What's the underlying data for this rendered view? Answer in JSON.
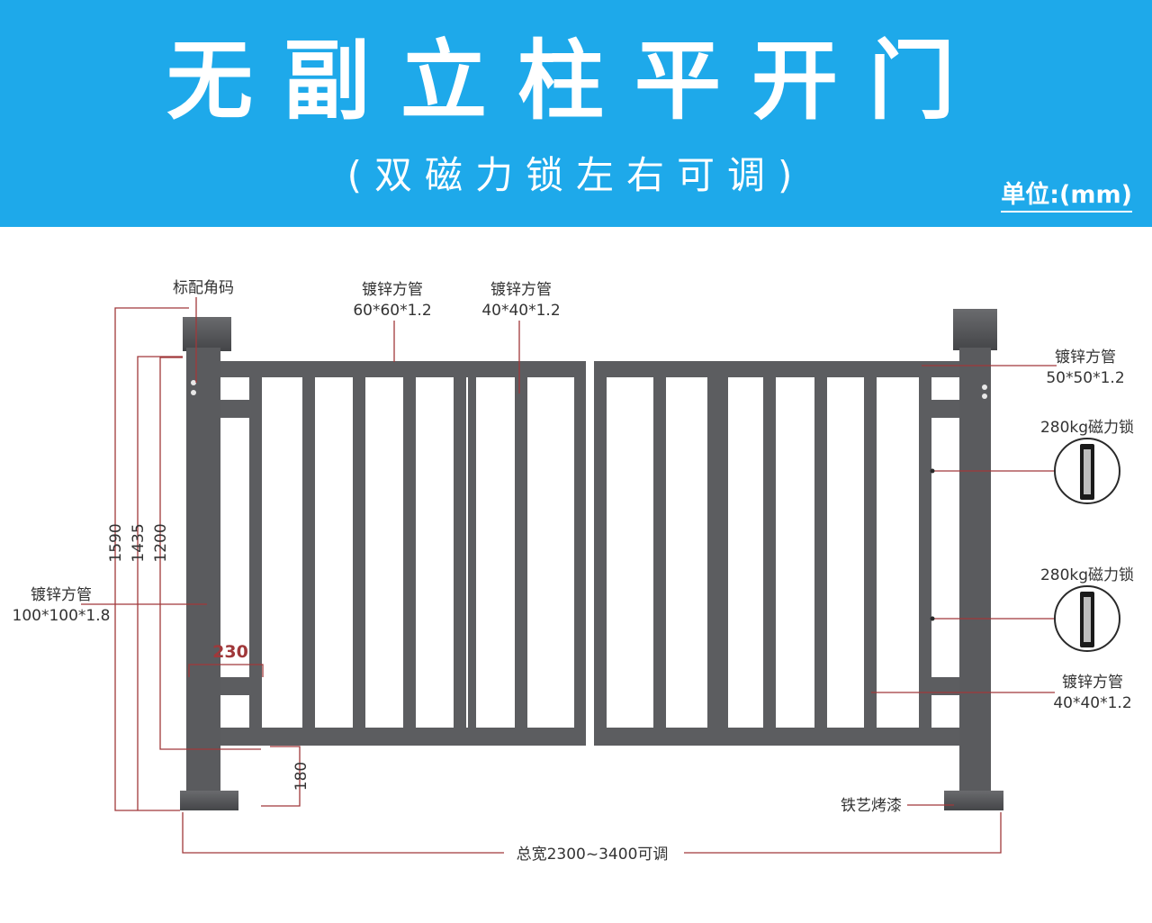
{
  "header": {
    "title": "无副立柱平开门",
    "subtitle": "(双磁力锁左右可调)",
    "unit": "单位:(mm)"
  },
  "colors": {
    "banner": "#1ea9ea",
    "frame": "#5c5d60",
    "dimension": "#a0383a",
    "text": "#333333"
  },
  "labels": {
    "corner_code": "标配角码",
    "tube_60_title": "镀锌方管",
    "tube_60_spec": "60*60*1.2",
    "tube_40_top_title": "镀锌方管",
    "tube_40_top_spec": "40*40*1.2",
    "tube_50_title": "镀锌方管",
    "tube_50_spec": "50*50*1.2",
    "lock_1": "280kg磁力锁",
    "lock_2": "280kg磁力锁",
    "tube_100_title": "镀锌方管",
    "tube_100_spec": "100*100*1.8",
    "tube_40_bottom_title": "镀锌方管",
    "tube_40_bottom_spec": "40*40*1.2",
    "paint": "铁艺烤漆",
    "total_width": "总宽2300~3400可调"
  },
  "dimensions": {
    "h_1590": "1590",
    "h_1435": "1435",
    "h_1200": "1200",
    "w_230": "230",
    "h_180": "180"
  }
}
